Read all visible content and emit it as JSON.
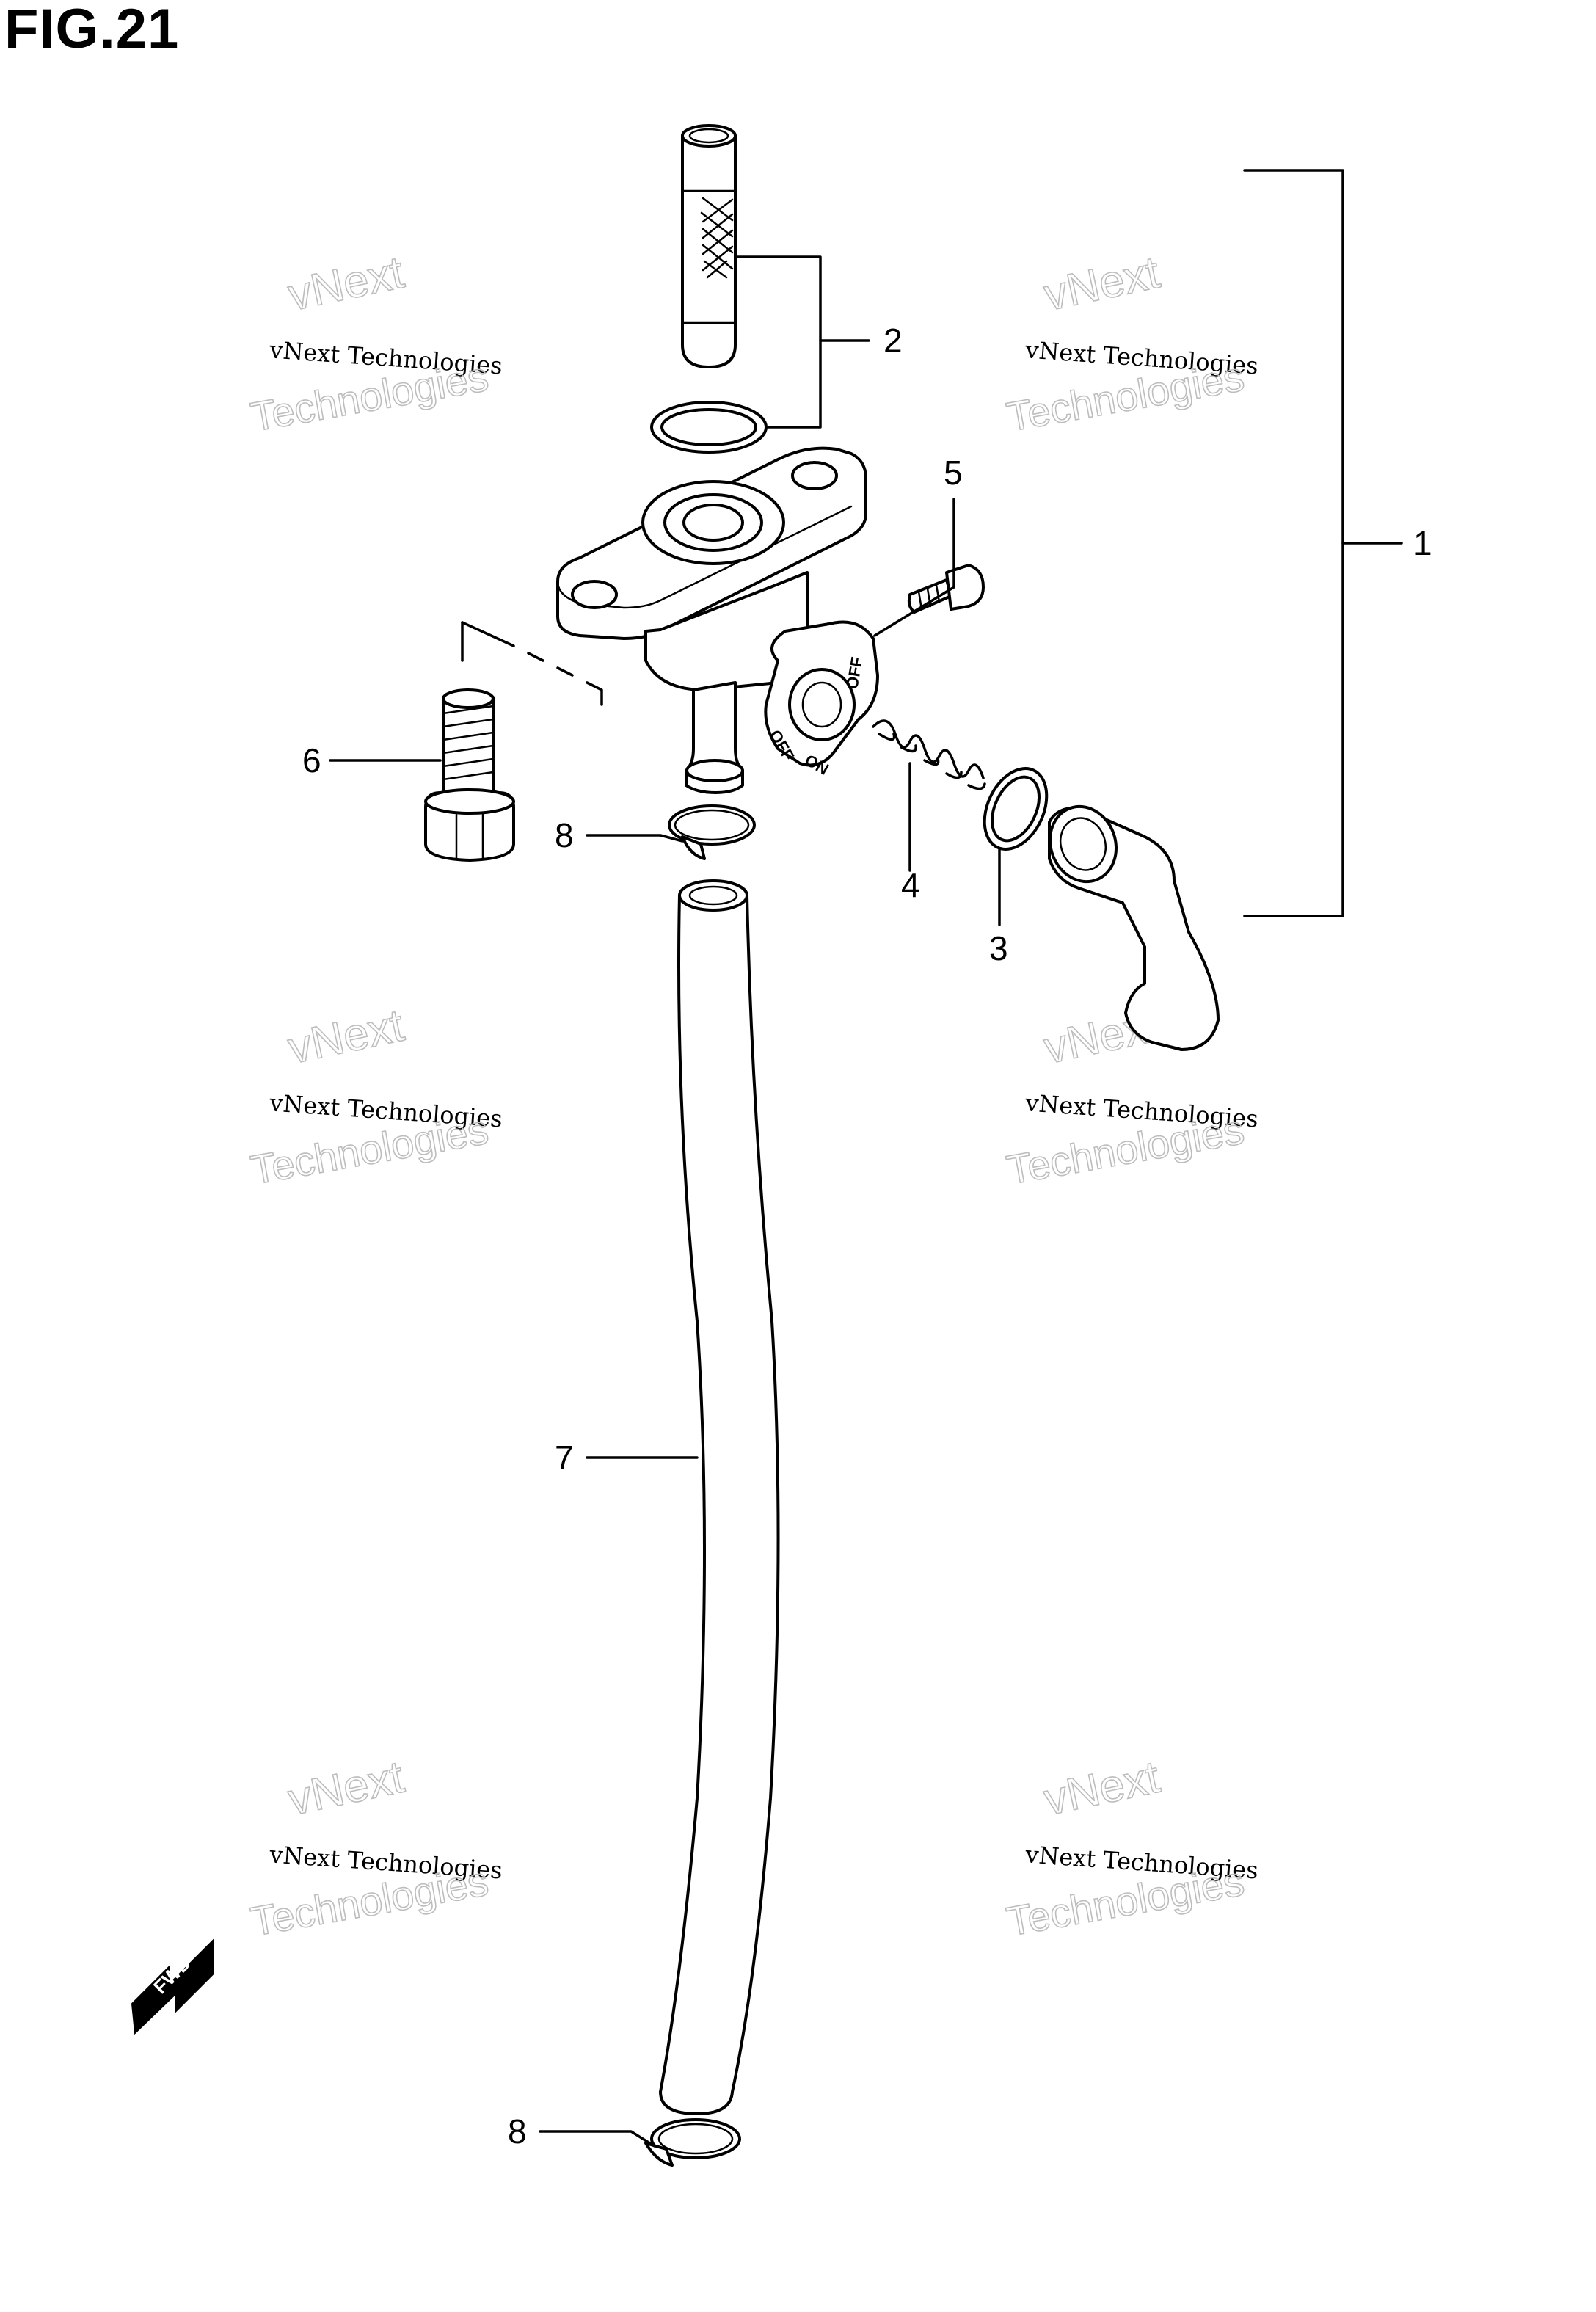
{
  "figure": {
    "title": "FIG.21"
  },
  "callouts": [
    {
      "id": "1",
      "label": "1"
    },
    {
      "id": "2",
      "label": "2"
    },
    {
      "id": "3",
      "label": "3"
    },
    {
      "id": "4",
      "label": "4"
    },
    {
      "id": "5",
      "label": "5"
    },
    {
      "id": "6",
      "label": "6"
    },
    {
      "id": "7",
      "label": "7"
    },
    {
      "id": "8a",
      "label": "8"
    },
    {
      "id": "8b",
      "label": "8"
    }
  ],
  "valve_markings": {
    "off_upper": "OFF",
    "off_lower": "OFF",
    "on": "ON"
  },
  "direction_arrow": {
    "label": "FWD"
  },
  "watermark": {
    "brand": "vNext",
    "line": "vNext Technologies",
    "word": "Technologies"
  },
  "colors": {
    "ink": "#000000",
    "watermark_outline": "#bdbdbd",
    "background": "#ffffff"
  }
}
